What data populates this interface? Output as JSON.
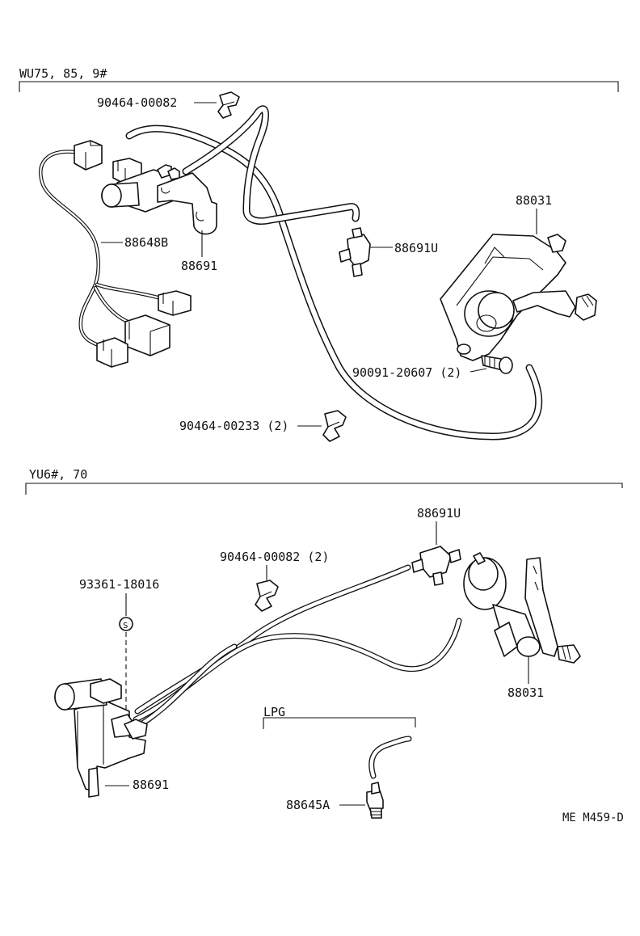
{
  "sections": {
    "top": {
      "model_label": "WU75, 85, 9#"
    },
    "bottom": {
      "model_label": "YU6#, 70",
      "lpg_label": "LPG"
    }
  },
  "callouts": {
    "top_clip": "90464-00082",
    "top_wire_harness": "88648B",
    "top_vsv": "88691",
    "top_tee": "88691U",
    "top_actuator": "88031",
    "top_bolt": "90091-20607 (2)",
    "top_clip2": "90464-00233 (2)",
    "bottom_tee": "88691U",
    "bottom_clip": "90464-00082 (2)",
    "bottom_washer": "93361-18016",
    "bottom_actuator": "88031",
    "bottom_vsv": "88691",
    "bottom_lpg_fitting": "88645A"
  },
  "footer": {
    "figure_code": "ME M459-D"
  }
}
